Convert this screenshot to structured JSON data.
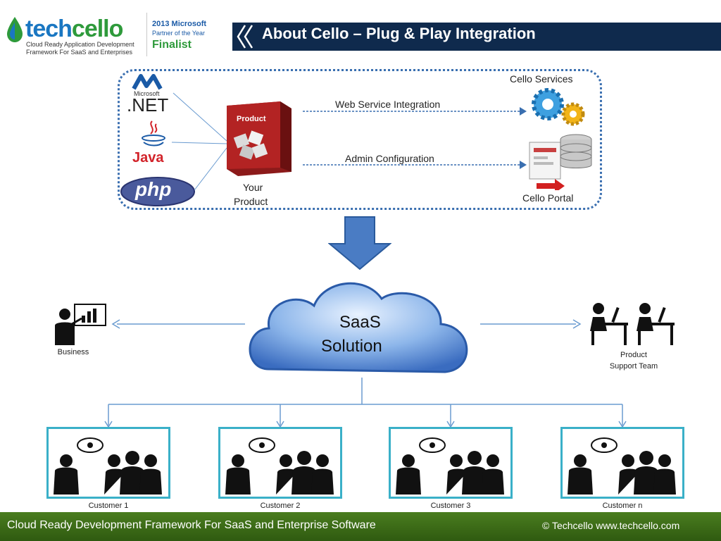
{
  "header": {
    "logo_tech": "tech",
    "logo_cello": "cello",
    "logo_tagline_1": "Cloud Ready Application Development",
    "logo_tagline_2": "Framework For SaaS and Enterprises",
    "award_line1": "2013 Microsoft",
    "award_line2": "Partner of the Year",
    "award_line3": "Finalist",
    "title": "About Cello – Plug & Play Integration"
  },
  "integration": {
    "net_vendor": "Microsoft",
    "net_label": ".NET",
    "java_label": "Java",
    "php_label": "php",
    "product_box_label": "Product",
    "your_product_1": "Your",
    "your_product_2": "Product",
    "web_service": "Web Service Integration",
    "admin_config": "Admin Configuration",
    "cello_services": "Cello Services",
    "cello_portal": "Cello Portal"
  },
  "cloud": {
    "line1": "SaaS",
    "line2": "Solution"
  },
  "nodes": {
    "business": "Business",
    "support_1": "Product",
    "support_2": "Support  Team"
  },
  "customers": [
    "Customer  1",
    "Customer  2",
    "Customer  3",
    "Customer  n"
  ],
  "footer": {
    "left": "Cloud Ready Development Framework For SaaS and Enterprise Software",
    "right": "© Techcello www.techcello.com"
  },
  "colors": {
    "title_bar": "#0f2a4d",
    "footer": "#3d6e18",
    "accent_blue": "#1a77c2",
    "accent_green": "#2e9a3b",
    "customer_border": "#3ab0c8"
  }
}
